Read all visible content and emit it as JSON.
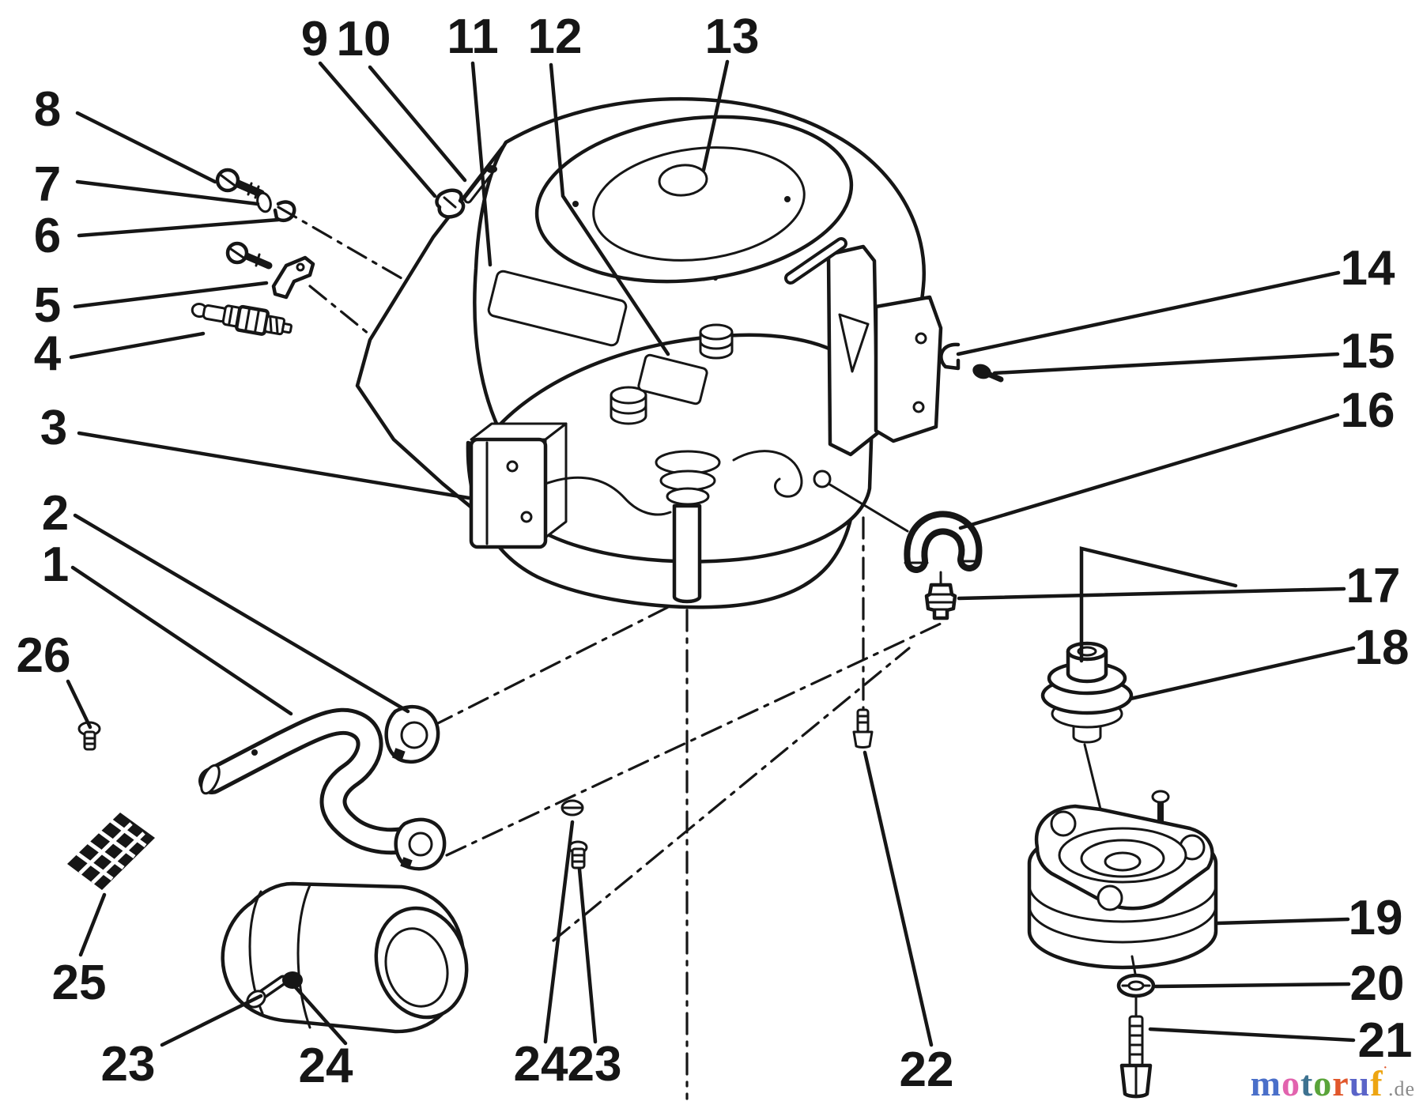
{
  "figure": {
    "kind": "exploded-parts-diagram",
    "ink_color": "#161616",
    "background_color": "#ffffff"
  },
  "callouts": {
    "1": "1",
    "2": "2",
    "3": "3",
    "4": "4",
    "5": "5",
    "6": "6",
    "7": "7",
    "8": "8",
    "9": "9",
    "10": "10",
    "11": "11",
    "12": "12",
    "13": "13",
    "14": "14",
    "15": "15",
    "16": "16",
    "17": "17",
    "18": "18",
    "19": "19",
    "20": "20",
    "21": "21",
    "22": "22",
    "23": "23",
    "24": "24",
    "25": "25",
    "26": "26"
  },
  "watermark": {
    "letters": [
      {
        "ch": "m",
        "color": "#4a6fc9"
      },
      {
        "ch": "o",
        "color": "#e263ae"
      },
      {
        "ch": "t",
        "color": "#3d7290"
      },
      {
        "ch": "o",
        "color": "#5aa43a"
      },
      {
        "ch": "r",
        "color": "#e1572b"
      },
      {
        "ch": "u",
        "color": "#5a64c8"
      },
      {
        "ch": "f",
        "color": "#eda512"
      }
    ],
    "tm_dot": "˙",
    "tm_color": "#e1572b",
    "suffix": ".de",
    "suffix_color": "#8a8a8a"
  }
}
